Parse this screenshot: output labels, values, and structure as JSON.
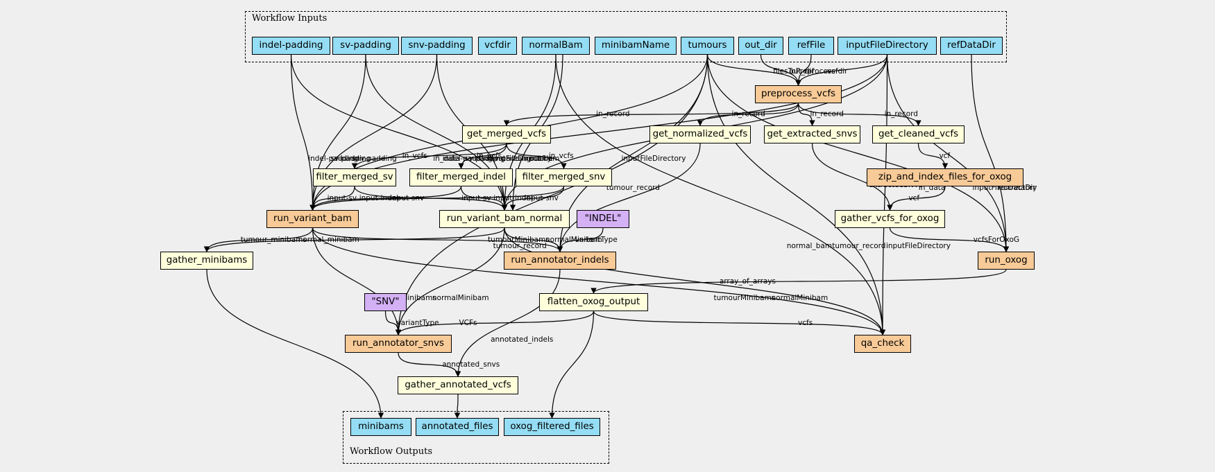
{
  "clusters": {
    "inputs_label": "Workflow Inputs",
    "outputs_label": "Workflow Outputs"
  },
  "colors": {
    "input": "#94ddf4",
    "workflow_step": "#ffffdc",
    "tool_step": "#f7ca97",
    "constant": "#d4b0f5",
    "background": "#efefef"
  },
  "nodes": [
    {
      "id": "indel_padding",
      "label": "indel-padding",
      "kind": "input"
    },
    {
      "id": "sv_padding",
      "label": "sv-padding",
      "kind": "input"
    },
    {
      "id": "snv_padding",
      "label": "snv-padding",
      "kind": "input"
    },
    {
      "id": "vcfdir",
      "label": "vcfdir",
      "kind": "input"
    },
    {
      "id": "normalBam",
      "label": "normalBam",
      "kind": "input"
    },
    {
      "id": "minibamName",
      "label": "minibamName",
      "kind": "input"
    },
    {
      "id": "tumours",
      "label": "tumours",
      "kind": "input"
    },
    {
      "id": "out_dir",
      "label": "out_dir",
      "kind": "input"
    },
    {
      "id": "refFile",
      "label": "refFile",
      "kind": "input"
    },
    {
      "id": "inputFileDirectory",
      "label": "inputFileDirectory",
      "kind": "input"
    },
    {
      "id": "refDataDir",
      "label": "refDataDir",
      "kind": "input"
    },
    {
      "id": "preprocess_vcfs",
      "label": "preprocess_vcfs",
      "kind": "tool"
    },
    {
      "id": "get_merged_vcfs",
      "label": "get_merged_vcfs",
      "kind": "step"
    },
    {
      "id": "get_normalized_vcfs",
      "label": "get_normalized_vcfs",
      "kind": "step"
    },
    {
      "id": "get_extracted_snvs",
      "label": "get_extracted_snvs",
      "kind": "step"
    },
    {
      "id": "get_cleaned_vcfs",
      "label": "get_cleaned_vcfs",
      "kind": "step"
    },
    {
      "id": "filter_merged_sv",
      "label": "filter_merged_sv",
      "kind": "step"
    },
    {
      "id": "filter_merged_indel",
      "label": "filter_merged_indel",
      "kind": "step"
    },
    {
      "id": "filter_merged_snv",
      "label": "filter_merged_snv",
      "kind": "step"
    },
    {
      "id": "zip_and_index",
      "label": "zip_and_index_files_for_oxog",
      "kind": "tool"
    },
    {
      "id": "run_variant_bam",
      "label": "run_variant_bam",
      "kind": "tool"
    },
    {
      "id": "run_variant_bam_normal",
      "label": "run_variant_bam_normal",
      "kind": "step"
    },
    {
      "id": "indel_const",
      "label": "\"INDEL\"",
      "kind": "const"
    },
    {
      "id": "gather_vcfs_for_oxog",
      "label": "gather_vcfs_for_oxog",
      "kind": "step"
    },
    {
      "id": "gather_minibams",
      "label": "gather_minibams",
      "kind": "step"
    },
    {
      "id": "run_annotator_indels",
      "label": "run_annotator_indels",
      "kind": "tool"
    },
    {
      "id": "run_oxog",
      "label": "run_oxog",
      "kind": "tool"
    },
    {
      "id": "flatten_oxog_output",
      "label": "flatten_oxog_output",
      "kind": "step"
    },
    {
      "id": "snv_const",
      "label": "\"SNV\"",
      "kind": "const"
    },
    {
      "id": "run_annotator_snvs",
      "label": "run_annotator_snvs",
      "kind": "tool"
    },
    {
      "id": "qa_check",
      "label": "qa_check",
      "kind": "tool"
    },
    {
      "id": "gather_annotated_vcfs",
      "label": "gather_annotated_vcfs",
      "kind": "step"
    },
    {
      "id": "minibams",
      "label": "minibams",
      "kind": "output"
    },
    {
      "id": "annotated_files",
      "label": "annotated_files",
      "kind": "output"
    },
    {
      "id": "oxog_filtered_files",
      "label": "oxog_filtered_files",
      "kind": "output"
    }
  ],
  "edges": [
    {
      "from": "tumours",
      "to": "preprocess_vcfs",
      "label": "filesToPreprocess"
    },
    {
      "from": "out_dir",
      "to": "preprocess_vcfs",
      "label": "out_dir"
    },
    {
      "from": "refFile",
      "to": "preprocess_vcfs",
      "label": "ref"
    },
    {
      "from": "inputFileDirectory",
      "to": "preprocess_vcfs",
      "label": "vcfdir"
    },
    {
      "from": "preprocess_vcfs",
      "to": "get_merged_vcfs",
      "label": "in_record"
    },
    {
      "from": "preprocess_vcfs",
      "to": "get_normalized_vcfs",
      "label": "in_record"
    },
    {
      "from": "preprocess_vcfs",
      "to": "get_extracted_snvs",
      "label": "in_record"
    },
    {
      "from": "preprocess_vcfs",
      "to": "get_cleaned_vcfs",
      "label": "in_record"
    },
    {
      "from": "get_merged_vcfs",
      "to": "filter_merged_sv",
      "label": "in_vcfs"
    },
    {
      "from": "get_merged_vcfs",
      "to": "filter_merged_indel",
      "label": "in_vcfs"
    },
    {
      "from": "get_merged_vcfs",
      "to": "filter_merged_snv",
      "label": "in_vcfs"
    },
    {
      "from": "get_cleaned_vcfs",
      "to": "zip_and_index",
      "label": "vcf"
    },
    {
      "from": "zip_and_index",
      "to": "gather_vcfs_for_oxog",
      "label": "vcf"
    },
    {
      "from": "get_extracted_snvs",
      "to": "gather_vcfs_for_oxog",
      "label": "extractedSNVs"
    },
    {
      "from": "indel_padding",
      "to": "run_variant_bam",
      "label": "indel-padding"
    },
    {
      "from": "indel_padding",
      "to": "run_variant_bam_normal",
      "label": "indel-padding"
    },
    {
      "from": "sv_padding",
      "to": "run_variant_bam",
      "label": "sv-padding"
    },
    {
      "from": "sv_padding",
      "to": "run_variant_bam_normal",
      "label": "sv-padding"
    },
    {
      "from": "snv_padding",
      "to": "run_variant_bam",
      "label": "snv-padding"
    },
    {
      "from": "snv_padding",
      "to": "run_variant_bam_normal",
      "label": "snv-padding"
    },
    {
      "from": "tumours",
      "to": "run_variant_bam",
      "label": "in_data"
    },
    {
      "from": "inputFileDirectory",
      "to": "run_variant_bam",
      "label": "inputFileDirectory"
    },
    {
      "from": "normalBam",
      "to": "run_variant_bam_normal",
      "label": "input-bam"
    },
    {
      "from": "normalBam",
      "to": "run_variant_bam_normal",
      "label": "outfile"
    },
    {
      "from": "inputFileDirectory",
      "to": "run_variant_bam_normal",
      "label": "inputFileDirectory"
    },
    {
      "from": "filter_merged_sv",
      "to": "run_variant_bam",
      "label": "input-sv"
    },
    {
      "from": "filter_merged_indel",
      "to": "run_variant_bam",
      "label": "input-indel"
    },
    {
      "from": "filter_merged_snv",
      "to": "run_variant_bam",
      "label": "input-snv"
    },
    {
      "from": "filter_merged_sv",
      "to": "run_variant_bam_normal",
      "label": "input-sv"
    },
    {
      "from": "filter_merged_indel",
      "to": "run_variant_bam_normal",
      "label": "input-indel"
    },
    {
      "from": "filter_merged_snv",
      "to": "run_variant_bam_normal",
      "label": "input-snv"
    },
    {
      "from": "tumours",
      "to": "run_annotator_indels",
      "label": "tumour_record"
    },
    {
      "from": "get_normalized_vcfs",
      "to": "run_annotator_indels",
      "label": "VCFs"
    },
    {
      "from": "run_variant_bam",
      "to": "gather_minibams",
      "label": "tumour_minibams"
    },
    {
      "from": "run_variant_bam_normal",
      "to": "gather_minibams",
      "label": "normal_minibam"
    },
    {
      "from": "run_variant_bam",
      "to": "run_annotator_indels",
      "label": "tumourMinibams"
    },
    {
      "from": "run_variant_bam_normal",
      "to": "run_annotator_indels",
      "label": "normalMinibam"
    },
    {
      "from": "indel_const",
      "to": "run_annotator_indels",
      "label": "variantType"
    },
    {
      "from": "gather_vcfs_for_oxog",
      "to": "run_oxog",
      "label": "vcfsForOxoG"
    },
    {
      "from": "tumours",
      "to": "run_oxog",
      "label": "in_data"
    },
    {
      "from": "inputFileDirectory",
      "to": "run_oxog",
      "label": "inputFileDirectory"
    },
    {
      "from": "refDataDir",
      "to": "run_oxog",
      "label": "refDataDir"
    },
    {
      "from": "run_oxog",
      "to": "flatten_oxog_output",
      "label": "array_of_arrays"
    },
    {
      "from": "run_variant_bam",
      "to": "run_annotator_snvs",
      "label": "tumourMinibams"
    },
    {
      "from": "run_variant_bam_normal",
      "to": "run_annotator_snvs",
      "label": "normalMinibam"
    },
    {
      "from": "snv_const",
      "to": "run_annotator_snvs",
      "label": "variantType"
    },
    {
      "from": "tumours",
      "to": "run_annotator_snvs",
      "label": "tumour_record"
    },
    {
      "from": "flatten_oxog_output",
      "to": "run_annotator_snvs",
      "label": "VCFs"
    },
    {
      "from": "run_annotator_indels",
      "to": "gather_annotated_vcfs",
      "label": "annotated_indels"
    },
    {
      "from": "run_annotator_snvs",
      "to": "gather_annotated_vcfs",
      "label": "annotated_snvs"
    },
    {
      "from": "flatten_oxog_output",
      "to": "qa_check",
      "label": "vcfs"
    },
    {
      "from": "run_variant_bam_normal",
      "to": "qa_check",
      "label": "normalMinibam"
    },
    {
      "from": "run_variant_bam",
      "to": "qa_check",
      "label": "tumourMinibams"
    },
    {
      "from": "normalBam",
      "to": "qa_check",
      "label": "normal_bam"
    },
    {
      "from": "tumours",
      "to": "qa_check",
      "label": "tumour_record"
    },
    {
      "from": "inputFileDirectory",
      "to": "qa_check",
      "label": "inputFileDirectory"
    },
    {
      "from": "gather_minibams",
      "to": "minibams",
      "label": ""
    },
    {
      "from": "gather_annotated_vcfs",
      "to": "annotated_files",
      "label": ""
    },
    {
      "from": "flatten_oxog_output",
      "to": "oxog_filtered_files",
      "label": ""
    }
  ]
}
